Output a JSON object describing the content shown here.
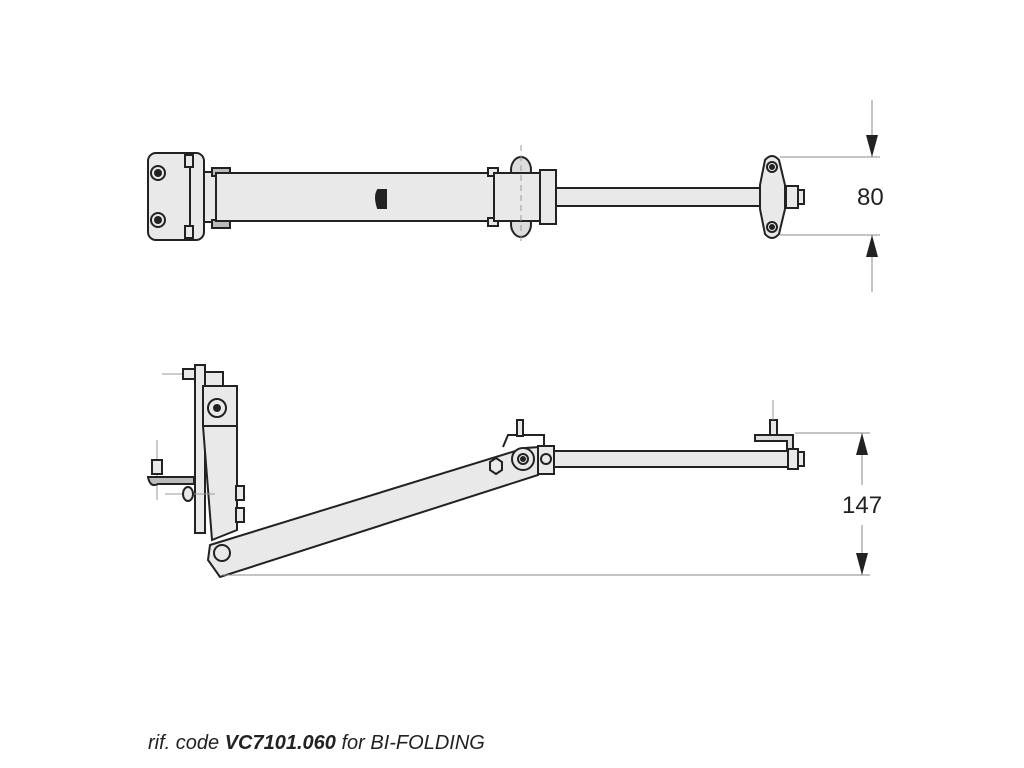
{
  "dimensions": {
    "top_view_height": "80",
    "side_view_height": "147"
  },
  "caption": {
    "prefix": "rif. code ",
    "code": "VC7101.060",
    "suffix": " for BI-FOLDING"
  },
  "colors": {
    "part_fill": "#e9e9e9",
    "outline": "#222222",
    "dim_line": "#888888"
  }
}
